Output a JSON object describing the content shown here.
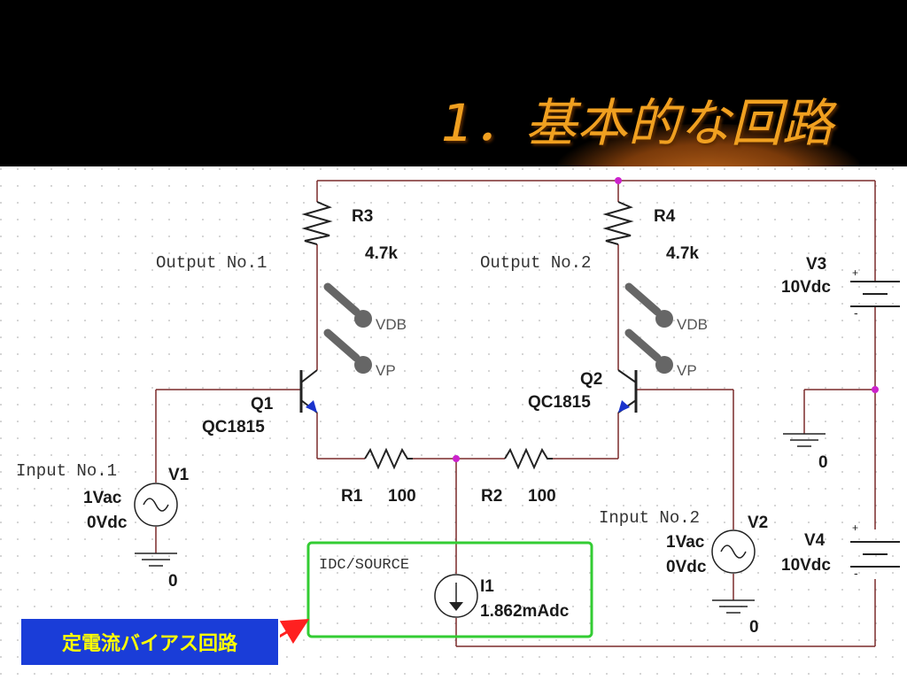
{
  "slide": {
    "title": "1．基本的な回路"
  },
  "components": {
    "R1": {
      "name": "R1",
      "value": "100"
    },
    "R2": {
      "name": "R2",
      "value": "100"
    },
    "R3": {
      "name": "R3",
      "value": "4.7k"
    },
    "R4": {
      "name": "R4",
      "value": "4.7k"
    },
    "Q1": {
      "name": "Q1",
      "model": "QC1815"
    },
    "Q2": {
      "name": "Q2",
      "model": "QC1815"
    },
    "V1": {
      "name": "V1",
      "ac": "1Vac",
      "dc": "0Vdc"
    },
    "V2": {
      "name": "V2",
      "ac": "1Vac",
      "dc": "0Vdc"
    },
    "V3": {
      "name": "V3",
      "value": "10Vdc"
    },
    "V4": {
      "name": "V4",
      "value": "10Vdc"
    },
    "I1": {
      "name": "I1",
      "value": "1.862mAdc"
    }
  },
  "nets": {
    "output1": "Output No.1",
    "output2": "Output No.2",
    "input1": "Input No.1",
    "input2": "Input No.2",
    "ground": "0"
  },
  "probes": {
    "vdb": "VDB",
    "vp": "VP"
  },
  "annotations": {
    "block_label": "IDC/SOURCE",
    "callout": "定電流バイアス回路"
  },
  "colors": {
    "title": "#f0a020",
    "wire": "#7a2a2a",
    "junction": "#cc22cc",
    "highlight_box": "#33cc33",
    "callout_bg": "#1a3dd8",
    "callout_text": "#ffff00",
    "arrow": "#ff2020"
  }
}
